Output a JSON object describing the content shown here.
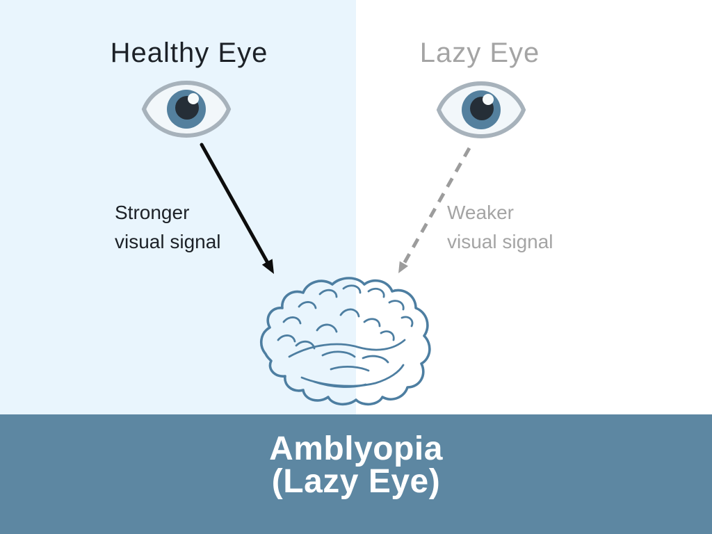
{
  "colors": {
    "left_bg": "#e9f5fd",
    "right_bg": "#ffffff",
    "banner_bg": "#5d87a2",
    "dark_text": "#1c2127",
    "gray_text": "#a4a4a4",
    "arrow_black": "#0d0d0d",
    "arrow_gray": "#9c9c9c",
    "brain_stroke": "#4d7ea1",
    "eye_outline": "#a7b2bb",
    "eye_sclera": "#f2f7fa",
    "eye_iris": "#54809e",
    "eye_pupil": "#252e37",
    "eye_highlight": "#f6fafb",
    "banner_text": "#ffffff"
  },
  "left_panel": {
    "title": "Healthy Eye",
    "signal_line1": "Stronger",
    "signal_line2": "visual signal"
  },
  "right_panel": {
    "title": "Lazy Eye",
    "signal_line1": "Weaker",
    "signal_line2": "visual signal"
  },
  "banner": {
    "line1": "Amblyopia",
    "line2": "(Lazy Eye)"
  }
}
